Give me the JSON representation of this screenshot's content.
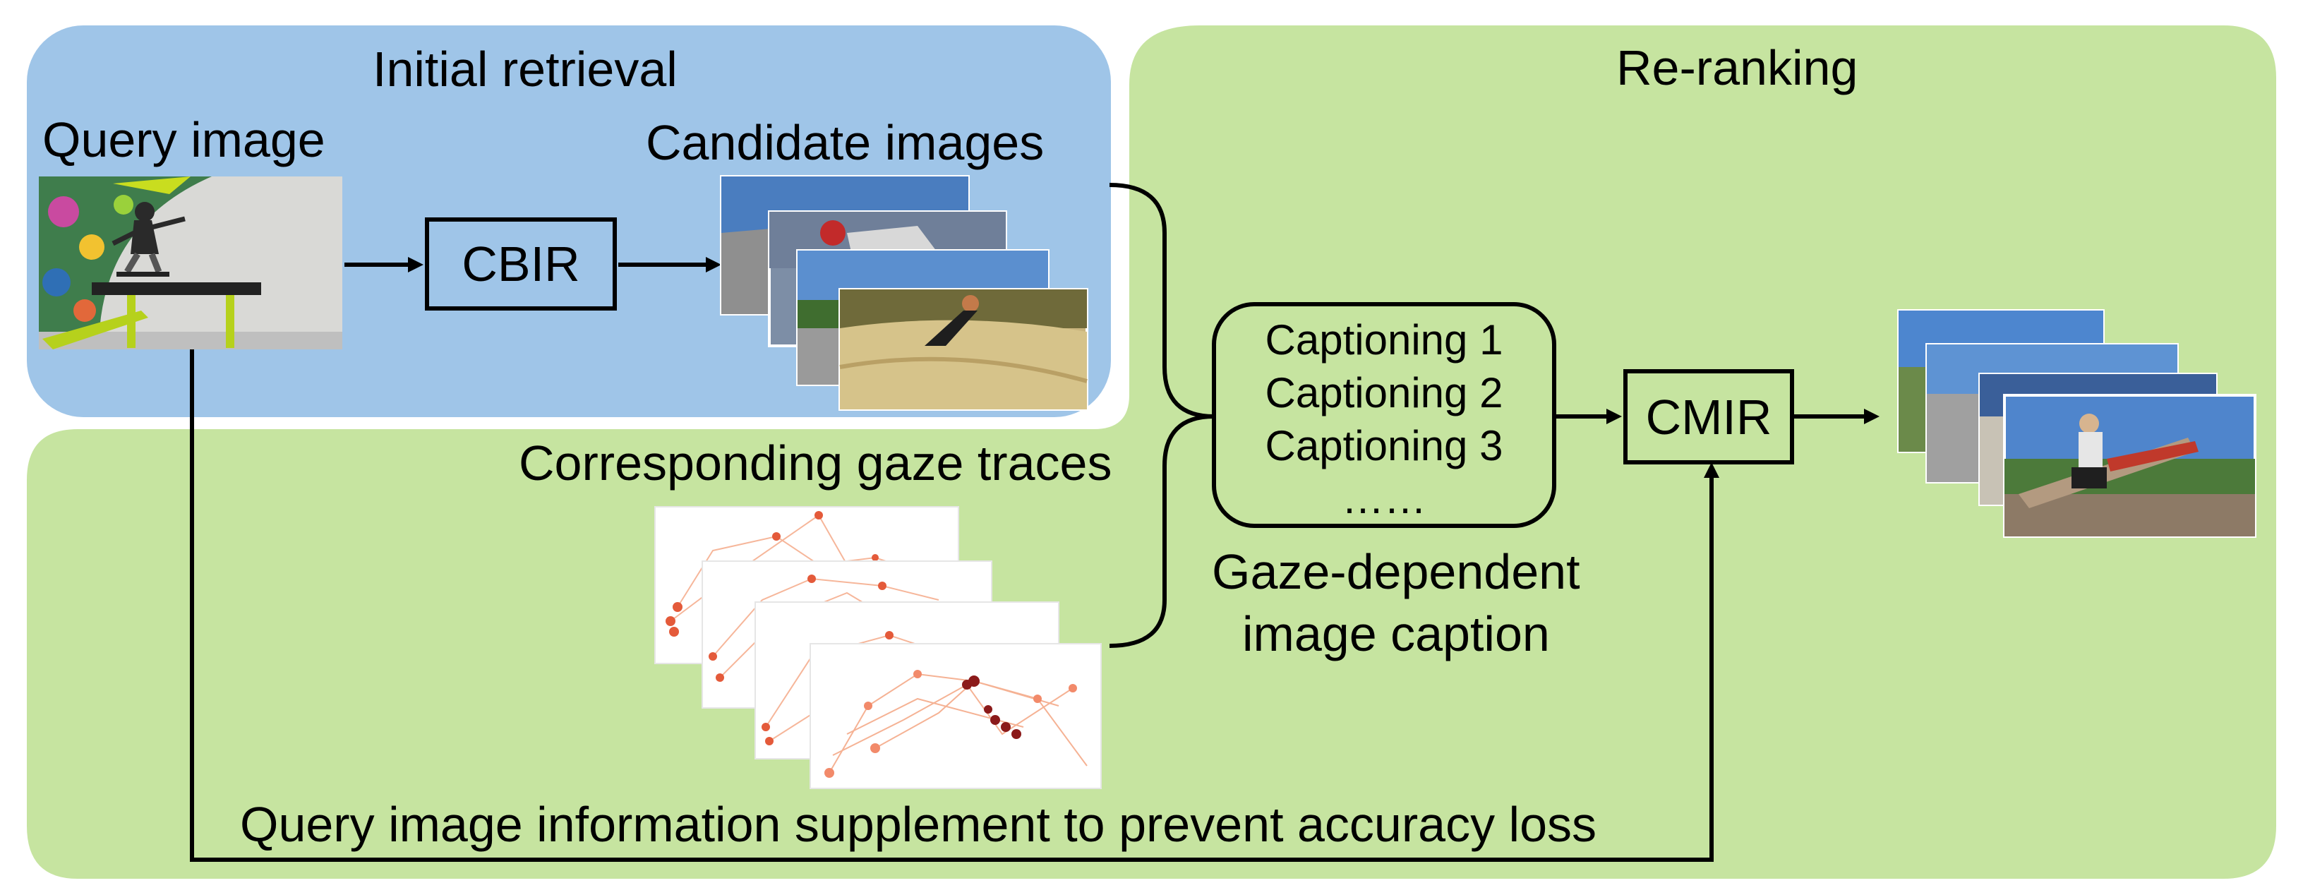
{
  "panels": {
    "initial_retrieval": {
      "title": "Initial retrieval",
      "color": "#9fc5e8"
    },
    "re_ranking": {
      "title": "Re-ranking",
      "color": "#c6e4a0"
    }
  },
  "labels": {
    "query_image": "Query image",
    "candidate_images": "Candidate images",
    "gaze_traces": "Corresponding gaze traces",
    "caption_line1": "Gaze-dependent",
    "caption_line2": "image caption",
    "supplement": "Query image information supplement to prevent accuracy loss"
  },
  "boxes": {
    "cbir": "CBIR",
    "cmir": "CMIR",
    "captioning": [
      "Captioning 1",
      "Captioning 2",
      "Captioning 3",
      "……"
    ]
  },
  "icons": {
    "query_photo": "skateboarder-photo-icon",
    "candidate_stack": "candidate-photo-stack-icon",
    "gaze_stack": "gaze-trace-plot-stack-icon",
    "result_stack": "reranked-photo-stack-icon"
  },
  "colors": {
    "arrow": "#000000",
    "gaze_point_light": "#f4a582",
    "gaze_point_dark": "#8b1a1a"
  }
}
